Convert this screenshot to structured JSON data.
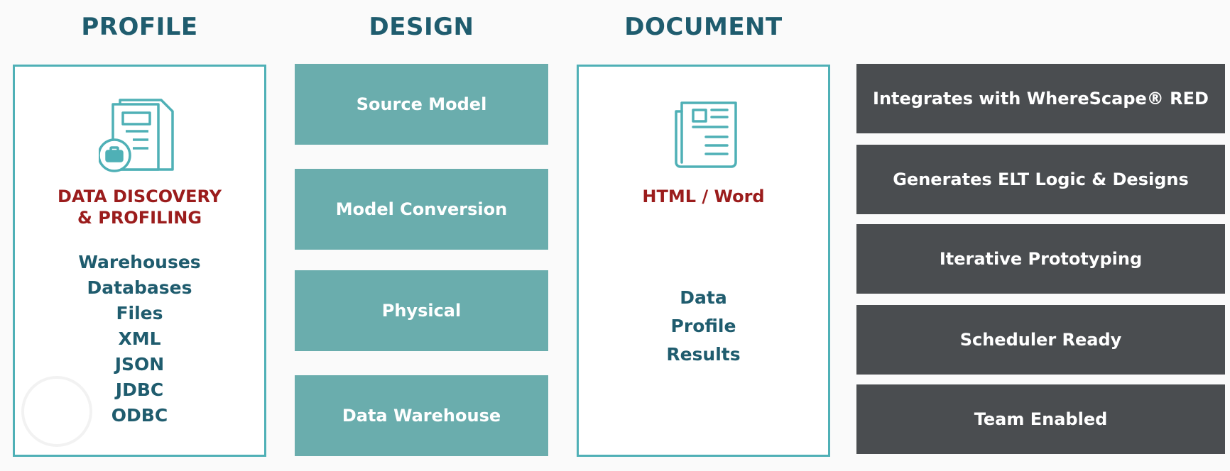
{
  "columns": {
    "profile": {
      "title": "PROFILE",
      "subtitle": "DATA DISCOVERY\n& PROFILING",
      "subtitle_line1": "DATA DISCOVERY",
      "subtitle_line2": "& PROFILING",
      "items": [
        "Warehouses",
        "Databases",
        "Files",
        "XML",
        "JSON",
        "JDBC",
        "ODBC"
      ],
      "icon": "document-folder-briefcase-icon"
    },
    "design": {
      "title": "DESIGN",
      "steps": [
        "Source Model",
        "Model Conversion",
        "Physical",
        "Data Warehouse"
      ]
    },
    "document": {
      "title": "DOCUMENT",
      "subtitle": "HTML / Word",
      "items": [
        "Data",
        "Profile",
        "Results"
      ],
      "icon": "newspaper-icon"
    }
  },
  "features": [
    "Integrates with WhereScape® RED",
    "Generates ELT Logic & Designs",
    "Iterative Prototyping",
    "Scheduler Ready",
    "Team Enabled"
  ],
  "colors": {
    "title": "#1f5c6e",
    "accent_red": "#9b1c1c",
    "teal": "#6aadad",
    "panel_border": "#4fb0b6",
    "dark_gray": "#4a4d50"
  }
}
